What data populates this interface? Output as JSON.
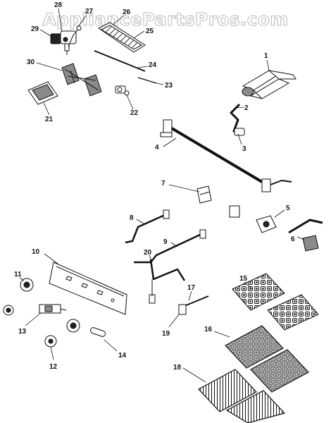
{
  "watermark": "AppliancePartsPros.com",
  "callouts": {
    "p1": "1",
    "p2": "2",
    "p3": "3",
    "p4": "4",
    "p5": "5",
    "p6": "6",
    "p7": "7",
    "p8": "8",
    "p9": "9",
    "p10": "10",
    "p11": "11",
    "p12": "12",
    "p13": "13",
    "p14": "14",
    "p15": "15",
    "p16": "16",
    "p17": "17",
    "p18": "18",
    "p19": "19",
    "p20": "20",
    "p21": "21",
    "p22": "22",
    "p23": "23",
    "p24": "24",
    "p25": "25",
    "p26": "26",
    "p27": "27",
    "p28": "28",
    "p29": "29",
    "p30": "30"
  }
}
